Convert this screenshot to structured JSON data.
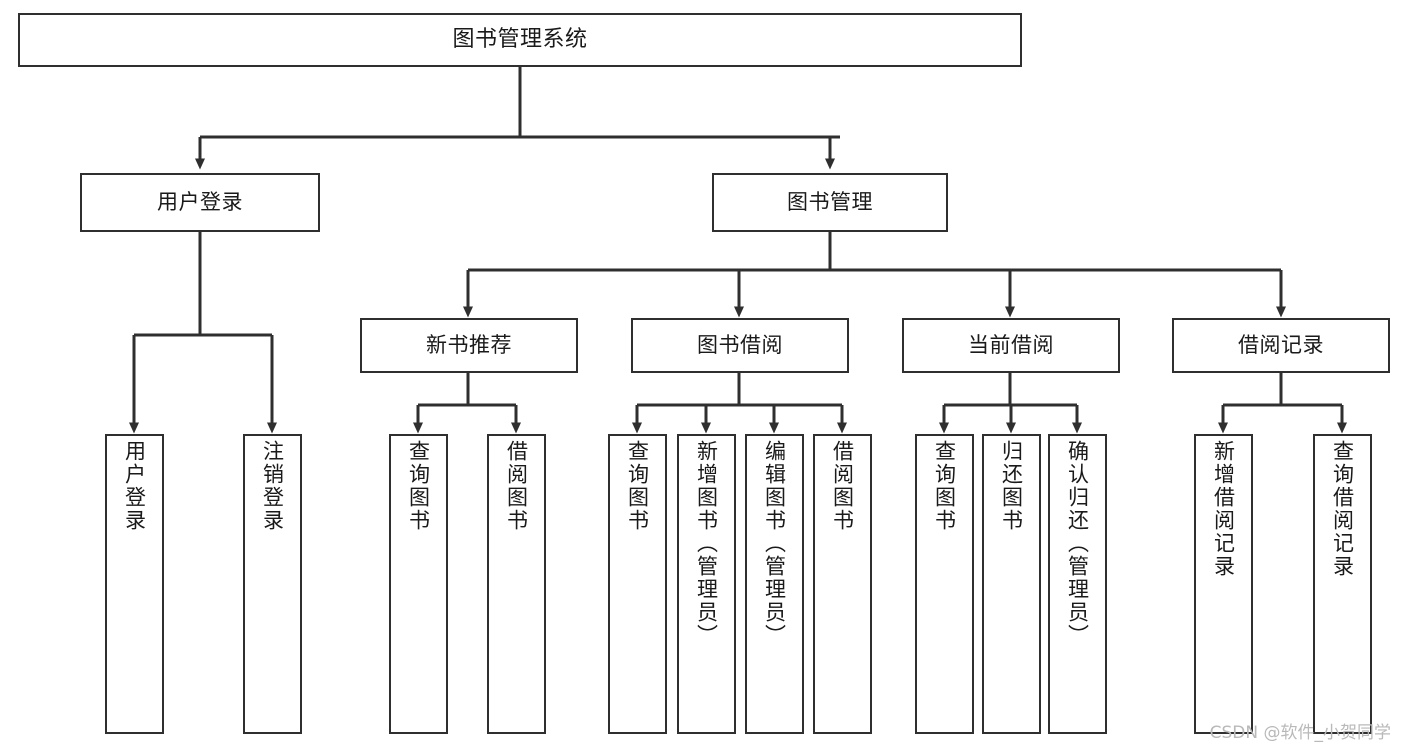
{
  "diagram": {
    "type": "tree",
    "title": "图书管理系统",
    "watermark": "CSDN @软件_小贺同学",
    "colors": {
      "background": "#ffffff",
      "stroke": "#2f2f2f",
      "text": "#1a1a1a",
      "watermark": "#b9b9b9"
    },
    "nodes": {
      "root": {
        "label": "图书管理系统"
      },
      "level2": [
        {
          "label": "用户登录"
        },
        {
          "label": "图书管理"
        }
      ],
      "level3": [
        {
          "label": "新书推荐"
        },
        {
          "label": "图书借阅"
        },
        {
          "label": "当前借阅"
        },
        {
          "label": "借阅记录"
        }
      ],
      "leaves": {
        "user_login": [
          {
            "label": "用户登录"
          },
          {
            "label": "注销登录"
          }
        ],
        "new_book": [
          {
            "label": "查询图书"
          },
          {
            "label": "借阅图书"
          }
        ],
        "book_borrow": [
          {
            "label": "查询图书"
          },
          {
            "label": "新增图书（管理员）"
          },
          {
            "label": "编辑图书（管理员）"
          },
          {
            "label": "借阅图书"
          }
        ],
        "current_borrow": [
          {
            "label": "查询图书"
          },
          {
            "label": "归还图书"
          },
          {
            "label": "确认归还（管理员）"
          }
        ],
        "borrow_record": [
          {
            "label": "新增借阅记录"
          },
          {
            "label": "查询借阅记录"
          }
        ]
      }
    }
  }
}
